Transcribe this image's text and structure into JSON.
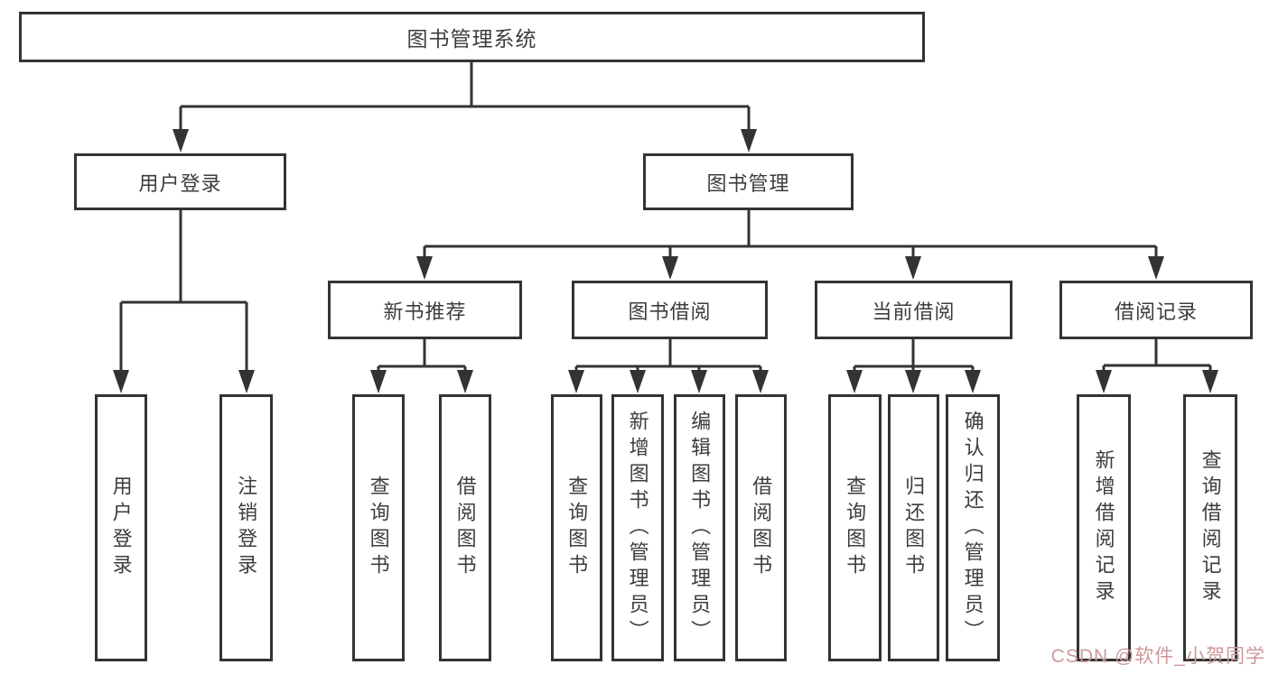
{
  "tree": {
    "root": {
      "label": "图书管理系统"
    },
    "branches": [
      {
        "label": "用户登录",
        "children": [
          {
            "label": "用户登录"
          },
          {
            "label": "注销登录"
          }
        ]
      },
      {
        "label": "图书管理",
        "sections": [
          {
            "label": "新书推荐",
            "children": [
              {
                "label": "查询图书"
              },
              {
                "label": "借阅图书"
              }
            ]
          },
          {
            "label": "图书借阅",
            "children": [
              {
                "label": "查询图书"
              },
              {
                "label": "新增图书（管理员）"
              },
              {
                "label": "编辑图书（管理员）"
              },
              {
                "label": "借阅图书"
              }
            ]
          },
          {
            "label": "当前借阅",
            "children": [
              {
                "label": "查询图书"
              },
              {
                "label": "归还图书"
              },
              {
                "label": "确认归还（管理员）"
              }
            ]
          },
          {
            "label": "借阅记录",
            "children": [
              {
                "label": "新增借阅记录"
              },
              {
                "label": "查询借阅记录"
              }
            ]
          }
        ]
      }
    ]
  },
  "watermark": {
    "text": "CSDN @软件_小贺同学",
    "color": "#cc9999"
  },
  "colors": {
    "line": "#333333",
    "text": "#3d3d3d",
    "box_background": "#ffffff"
  }
}
